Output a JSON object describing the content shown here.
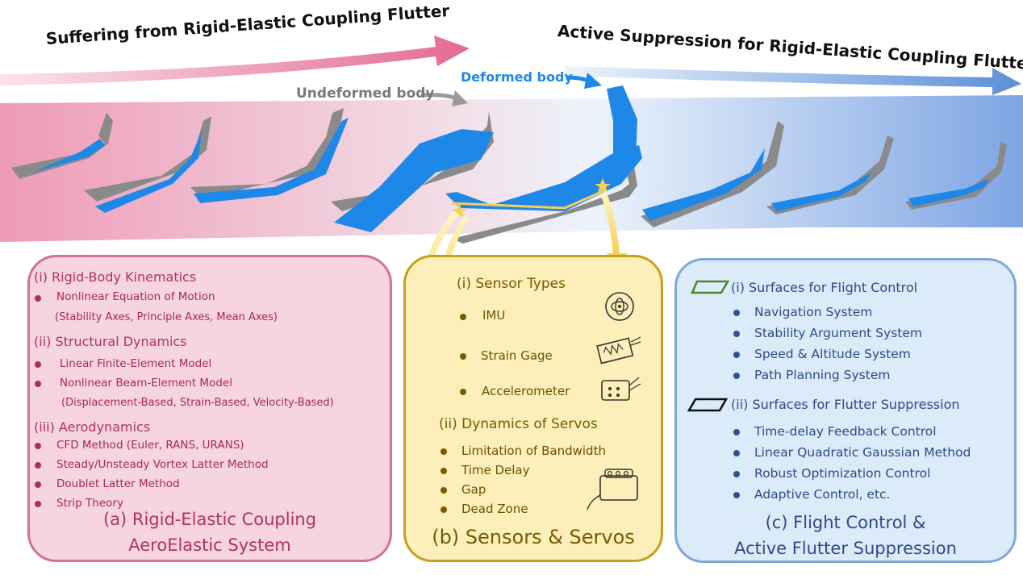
{
  "banner": {
    "left_title": "Suffering from Rigid-Elastic Coupling Flutter",
    "right_title": "Active Suppression for Rigid-Elastic Coupling Flutter",
    "undeformed_label": "Undeformed body",
    "deformed_label": "Deformed body"
  },
  "panel_a": {
    "sec1": "(i) Rigid-Body Kinematics",
    "sec1_items": [
      "Nonlinear Equation of Motion"
    ],
    "sec1_sub": "(Stability Axes, Principle Axes, Mean Axes)",
    "sec2": "(ii) Structural Dynamics",
    "sec2_items": [
      "Linear Finite-Element Model",
      "Nonlinear Beam-Element Model"
    ],
    "sec2_sub": "(Displacement-Based, Strain-Based, Velocity-Based)",
    "sec3": "(iii) Aerodynamics",
    "sec3_items": [
      "CFD Method (Euler, RANS, URANS)",
      "Steady/Unsteady Vortex Latter Method",
      "Doublet Latter Method",
      "Strip Theory"
    ],
    "footer_line1": "(a) Rigid-Elastic Coupling",
    "footer_line2": "AeroElastic System"
  },
  "panel_b": {
    "sec1": "(i) Sensor Types",
    "sensors": [
      "IMU",
      "Strain Gage",
      "Accelerometer"
    ],
    "sec2": "(ii) Dynamics of Servos",
    "servo_items": [
      "Limitation of Bandwidth",
      "Time Delay",
      "Gap",
      "Dead Zone"
    ],
    "footer": "(b) Sensors & Servos"
  },
  "panel_c": {
    "sec1": "(i) Surfaces for Flight Control",
    "sec1_items": [
      "Navigation System",
      "Stability Argument System",
      "Speed & Altitude System",
      "Path Planning System"
    ],
    "sec2": "(ii) Surfaces for Flutter Suppression",
    "sec2_items": [
      "Time-delay Feedback Control",
      "Linear Quadratic Gaussian Method",
      "Robust Optimization Control",
      "Adaptive Control, etc."
    ],
    "footer_line1": "(c) Flight Control &",
    "footer_line2": "Active Flutter Suppression"
  },
  "colors": {
    "pink_accent": "#e46a92",
    "blue_accent": "#5b8fd6",
    "aircraft_blue": "#1e88e8",
    "aircraft_grey": "#8a8a8a",
    "gold": "#c4a21d"
  }
}
